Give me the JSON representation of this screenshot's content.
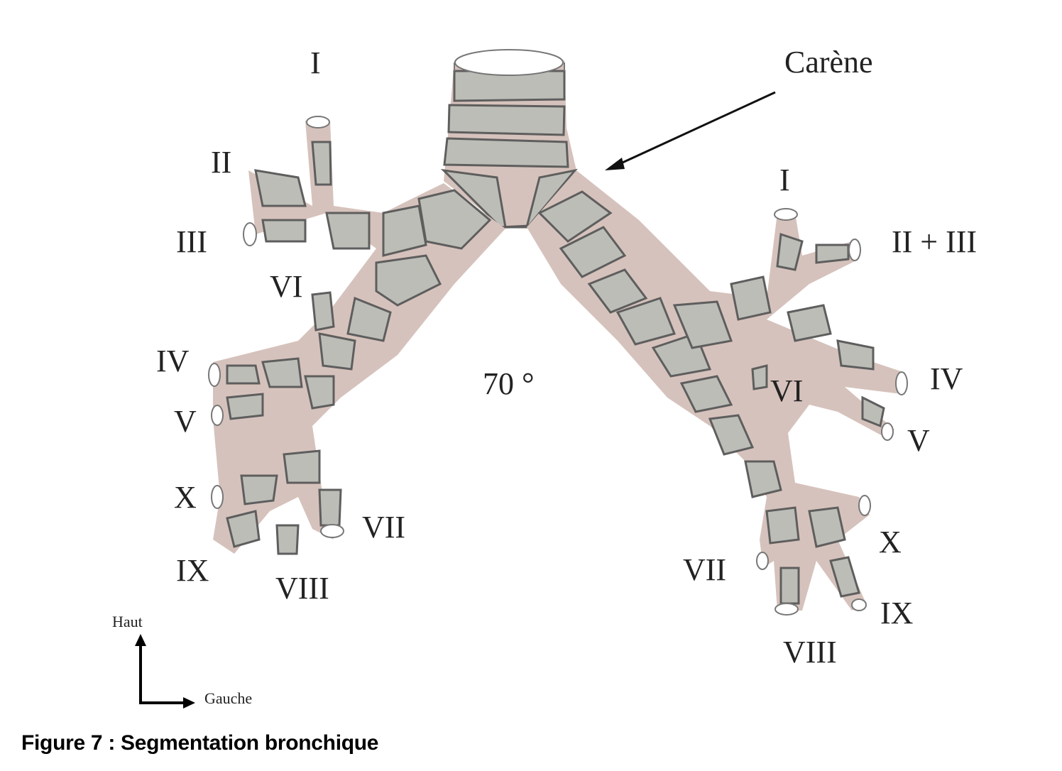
{
  "labels": {
    "carena": "Carène",
    "angle": "70 °",
    "right_lung": {
      "I": "I",
      "II": "II",
      "III": "III",
      "VI": "VI",
      "IV": "IV",
      "V": "V",
      "X": "X",
      "IX": "IX",
      "VIII": "VIII",
      "VII": "VII"
    },
    "left_lung": {
      "I": "I",
      "II_III": "II + III",
      "IV": "IV",
      "V": "V",
      "VI": "VI",
      "VII": "VII",
      "X": "X",
      "IX": "IX",
      "VIII": "VIII"
    },
    "orientation": {
      "up": "Haut",
      "left": "Gauche"
    }
  },
  "caption": "Figure 7 : Segmentation bronchique",
  "colors": {
    "cartilage": "#bdbdb8",
    "membrane": "#d6c2bc",
    "outline": "#5e5e5e"
  }
}
